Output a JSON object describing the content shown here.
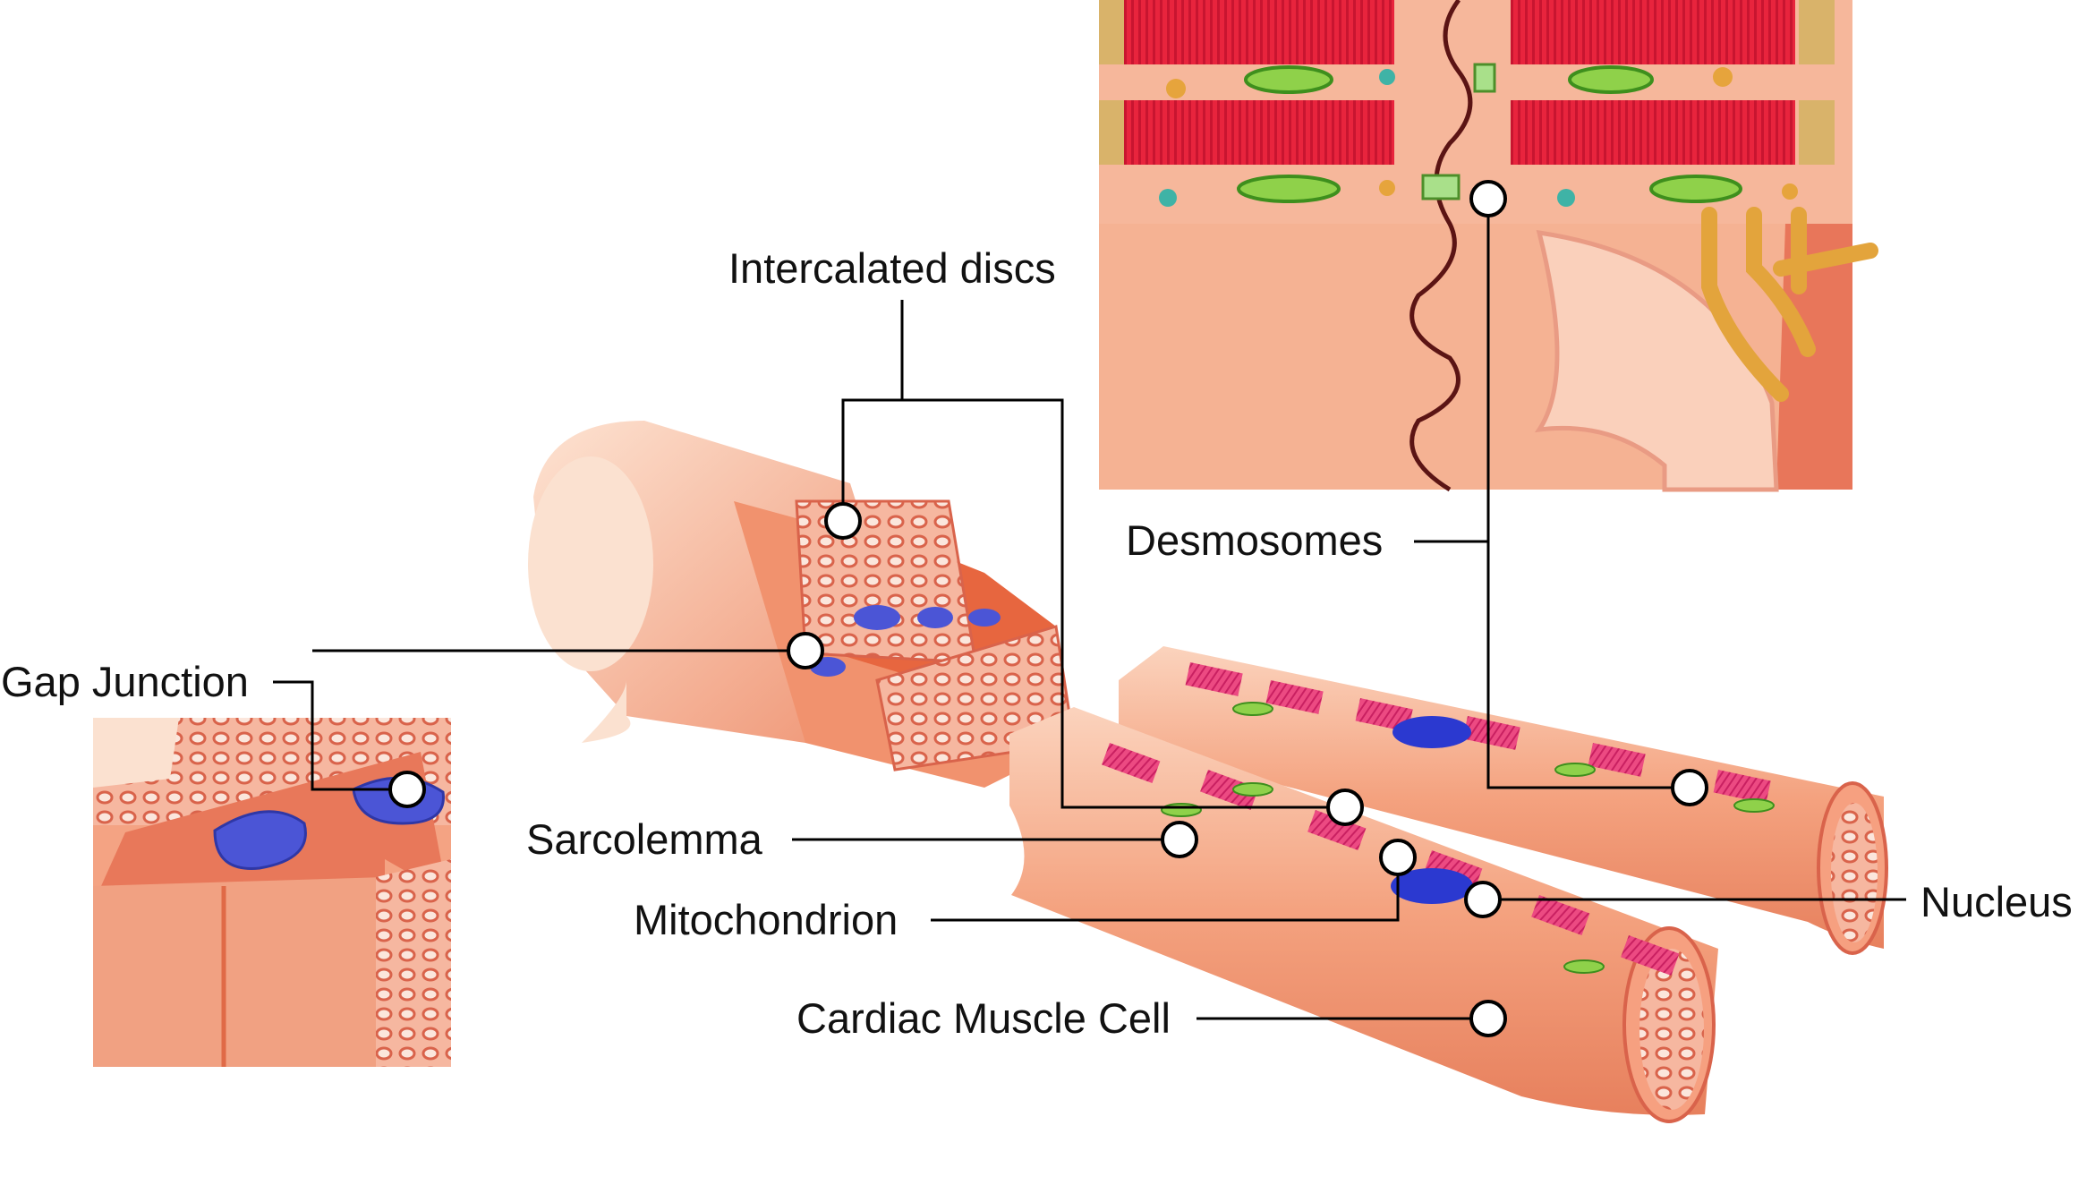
{
  "labels": {
    "intercalated_discs": "Intercalated discs",
    "desmosomes": "Desmosomes",
    "gap_junction": "Gap Junction",
    "sarcolemma": "Sarcolemma",
    "mitochondrion": "Mitochondrion",
    "nucleus": "Nucleus",
    "cardiac_muscle_cell": "Cardiac Muscle Cell"
  },
  "colors": {
    "cell_membrane": "#f3a27f",
    "myofibril": "#e8243d",
    "myofibril_striped": "#e9437a",
    "mitochondrion": "#8fd14a",
    "gap_junction": "#4b55d6",
    "nucleus": "#2b39d0",
    "t_tubule": "#e3a43c",
    "leader_line": "#000000",
    "marker_fill": "#ffffff"
  }
}
